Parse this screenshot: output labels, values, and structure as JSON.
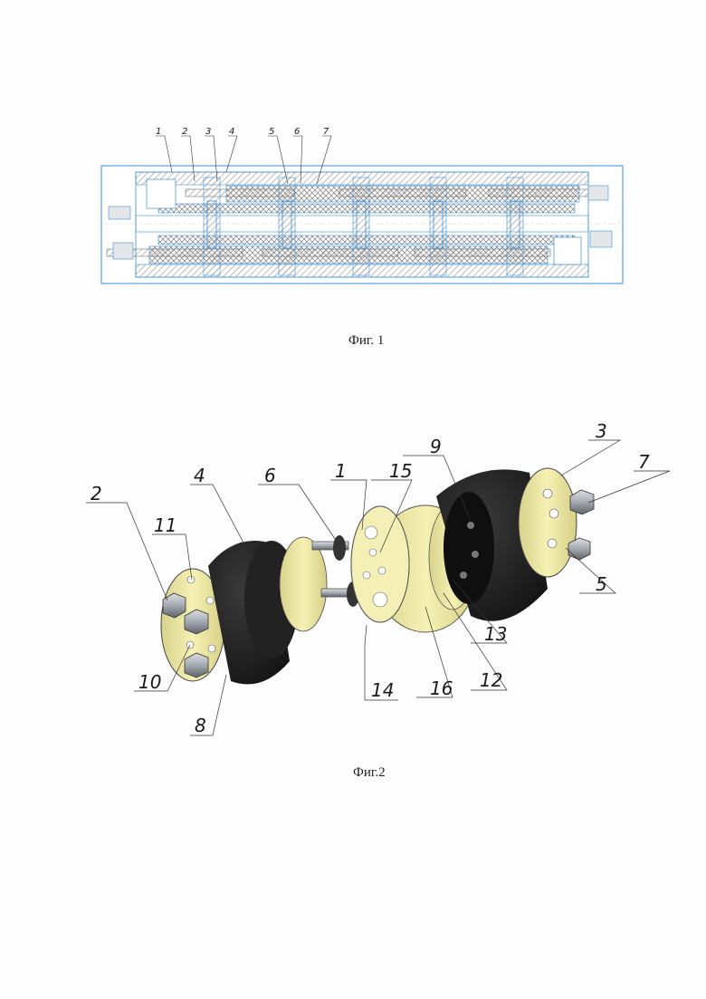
{
  "fig1": {
    "caption": "Фиг. 1",
    "labels": [
      "1",
      "2",
      "3",
      "4",
      "5",
      "6",
      "7"
    ]
  },
  "fig2": {
    "caption": "Фиг.2",
    "labels": {
      "l1": "1",
      "l2": "2",
      "l3": "3",
      "l4": "4",
      "l5": "5",
      "l6": "6",
      "l7": "7",
      "l8": "8",
      "l9": "9",
      "l10": "10",
      "l11": "11",
      "l12": "12",
      "l13": "13",
      "l14": "14",
      "l15": "15",
      "l16": "16"
    }
  },
  "colors": {
    "outline_blue": "#3d8fd6",
    "hatch_gray": "#8a8a8a",
    "rubber_black": "#1c1c1c",
    "flange_yellow": "#efe9a0",
    "bolt_steel": "#9aa0a8"
  }
}
